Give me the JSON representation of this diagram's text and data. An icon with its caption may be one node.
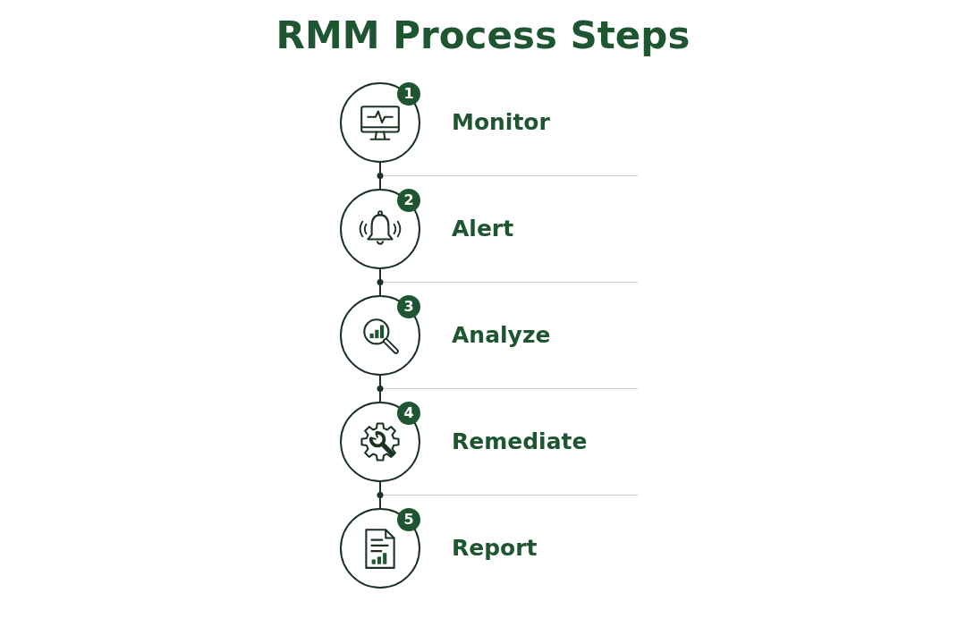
{
  "diagram": {
    "title": "RMM Process Steps",
    "nodes": [
      {
        "text": [
          "1",
          "Monitor"
        ]
      },
      {
        "text": [
          "2",
          "Alert"
        ]
      },
      {
        "text": [
          "3",
          "Analyze"
        ]
      },
      {
        "text": [
          "4",
          "Remediate"
        ]
      },
      {
        "text": [
          "5",
          "Report"
        ]
      }
    ],
    "edges": [
      {
        "from": 0,
        "to": 1,
        "arrow": "none"
      },
      {
        "from": 1,
        "to": 2,
        "arrow": "none"
      },
      {
        "from": 2,
        "to": 3,
        "arrow": "none"
      },
      {
        "from": 3,
        "to": 4,
        "arrow": "none"
      }
    ]
  }
}
